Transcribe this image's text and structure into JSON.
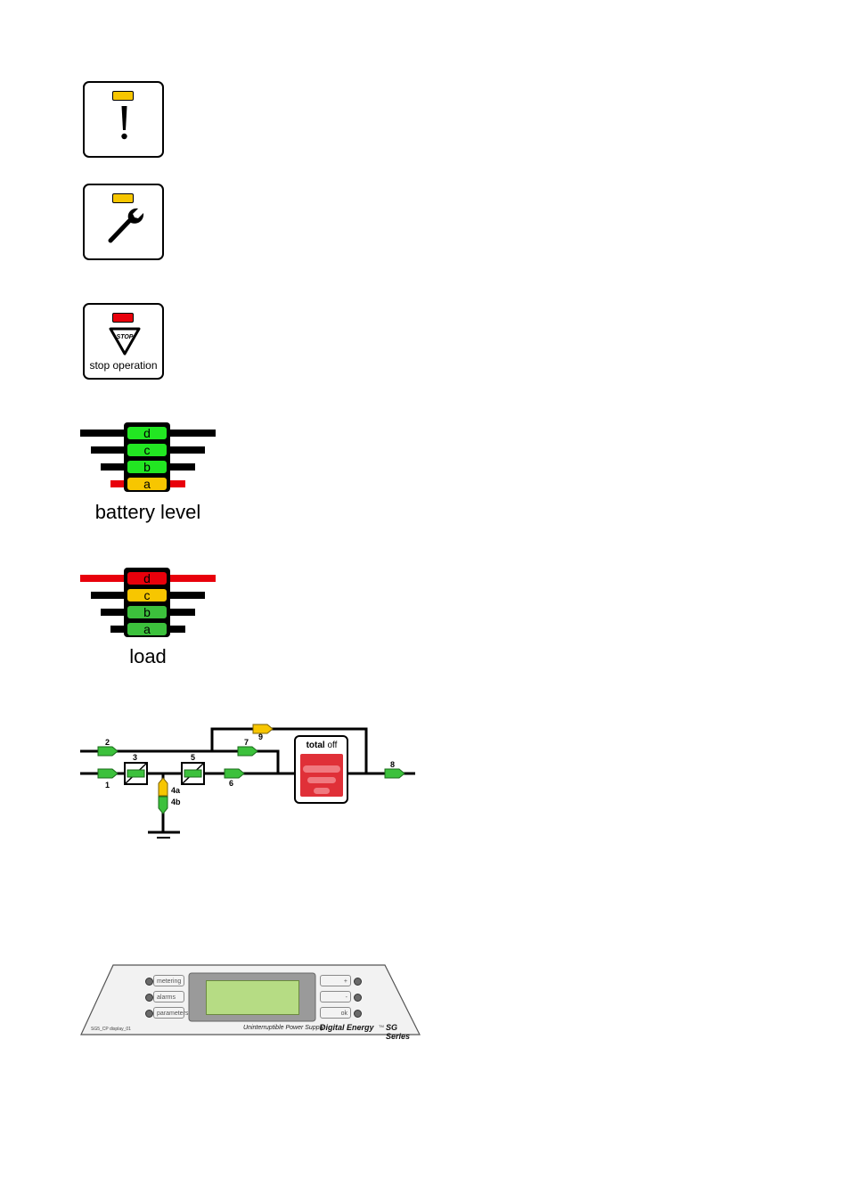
{
  "keys": {
    "alarm": {
      "led_color": "#f7c600",
      "icon": "exclamation-icon"
    },
    "service": {
      "led_color": "#f7c600",
      "icon": "wrench-icon"
    },
    "stop": {
      "led_color": "#e8000b",
      "icon": "stop-triangle-icon",
      "icon_text": "STOP",
      "label": "stop operation"
    }
  },
  "battery_level": {
    "caption": "battery level",
    "segments": [
      {
        "label": "d",
        "color": "#22e622",
        "line_color": "#000000"
      },
      {
        "label": "c",
        "color": "#22e622",
        "line_color": "#000000"
      },
      {
        "label": "b",
        "color": "#22e622",
        "line_color": "#000000"
      },
      {
        "label": "a",
        "color": "#f7c600",
        "line_color": "#e8000b"
      }
    ]
  },
  "load": {
    "caption": "load",
    "segments": [
      {
        "label": "d",
        "color": "#e8000b",
        "line_color": "#e8000b"
      },
      {
        "label": "c",
        "color": "#f7c600",
        "line_color": "#000000"
      },
      {
        "label": "b",
        "color": "#3cc13c",
        "line_color": "#000000"
      },
      {
        "label": "a",
        "color": "#3cc13c",
        "line_color": "#000000"
      }
    ]
  },
  "mimic": {
    "labels": {
      "n1": "1",
      "n2": "2",
      "n3": "3",
      "n4a": "4a",
      "n4b": "4b",
      "n5": "5",
      "n6": "6",
      "n7": "7",
      "n8": "8",
      "n9": "9"
    },
    "total_off": {
      "word1": "total",
      "word2": "off",
      "color": "#e03038"
    }
  },
  "panel": {
    "left_buttons": [
      "metering",
      "alarms",
      "parameters"
    ],
    "right_buttons": [
      "+",
      "-",
      "ok"
    ],
    "display_color": "#b6dc84",
    "footer_left": "SG5_CP display_01",
    "footer_product": "Uninterruptible Power Supply",
    "brand": "Digital Energy",
    "tm": "TM",
    "series": "SG Series"
  }
}
